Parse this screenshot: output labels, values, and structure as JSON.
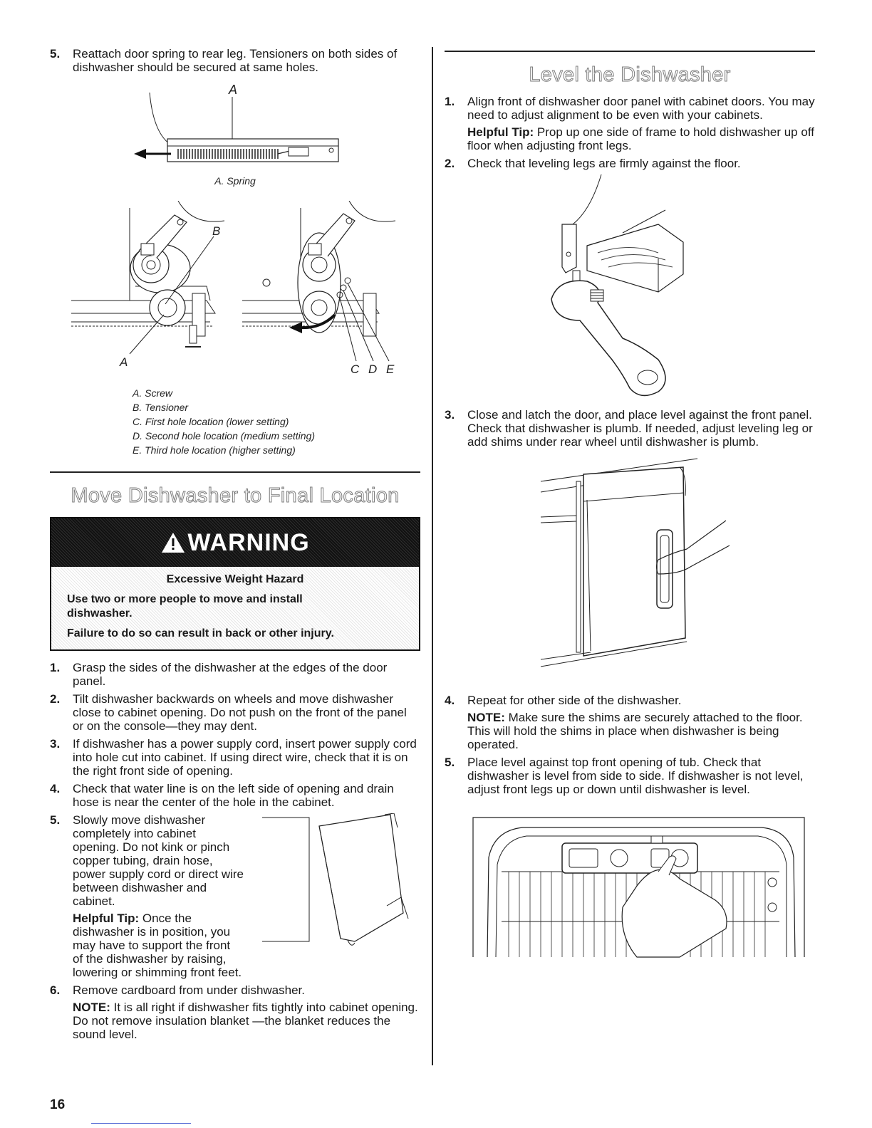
{
  "page_number": "16",
  "left": {
    "step5": {
      "num": "5.",
      "text": "Reattach door spring to rear leg. Tensioners on both sides of dishwasher should be secured at same holes."
    },
    "spring_figure": {
      "label_a": "A",
      "caption": "A. Spring"
    },
    "tensioner_figure": {
      "label_a": "A",
      "label_b": "B",
      "label_c": "C",
      "label_d": "D",
      "label_e": "E",
      "legend": [
        "A. Screw",
        "B. Tensioner",
        "C. First hole location (lower setting)",
        "D. Second hole location (medium setting)",
        "E. Third hole location (higher setting)"
      ]
    },
    "move_section": {
      "title": "Move Dishwasher to Final Location",
      "warning": {
        "heading": "WARNING",
        "hazard": "Excessive Weight Hazard",
        "line1": "Use two or more people to move and install dishwasher.",
        "line2": "Failure to do so can result in back or other injury."
      },
      "steps": [
        {
          "num": "1.",
          "text": "Grasp the sides of the dishwasher at the edges of the door panel."
        },
        {
          "num": "2.",
          "text": "Tilt dishwasher backwards on wheels and move dishwasher close to cabinet opening. Do not push on the front of the panel or on the console—they may dent."
        },
        {
          "num": "3.",
          "text": "If dishwasher has a power supply cord, insert power supply cord into hole cut into cabinet. If using direct wire, check that it is on the right front side of opening."
        },
        {
          "num": "4.",
          "text": "Check that water line is on the left side of opening and drain hose is near the center of the hole in the cabinet."
        },
        {
          "num": "5.",
          "text": "Slowly move dishwasher completely into cabinet opening. Do not kink or pinch copper tubing, drain hose, power supply cord or direct wire between dishwasher and cabinet.",
          "tip_label": "Helpful Tip:",
          "tip": " Once the dishwasher is in position, you may have to support the front of the dishwasher by raising, lowering or shimming front feet."
        },
        {
          "num": "6.",
          "text": "Remove cardboard from under dishwasher.",
          "note_label": "NOTE:",
          "note": " It is all right if dishwasher fits tightly into cabinet opening. Do not remove insulation blanket —the blanket reduces the sound level."
        }
      ]
    }
  },
  "right": {
    "title": "Level the Dishwasher",
    "steps": [
      {
        "num": "1.",
        "text": "Align front of dishwasher door panel with cabinet doors. You may need to adjust alignment to be even with your cabinets.",
        "tip_label": "Helpful Tip:",
        "tip": " Prop up one side of frame to hold dishwasher up off floor when adjusting front legs."
      },
      {
        "num": "2.",
        "text": "Check that leveling legs are firmly against the floor."
      },
      {
        "num": "3.",
        "text": "Close and latch the door, and place level against the front panel. Check that dishwasher is plumb. If needed, adjust leveling leg or add shims under rear wheel until dishwasher is plumb."
      },
      {
        "num": "4.",
        "text": "Repeat for other side of the dishwasher.",
        "note_label": "NOTE:",
        "note": " Make sure the shims are securely attached to the floor. This will hold the shims in place when dishwasher is being operated."
      },
      {
        "num": "5.",
        "text": "Place level against top front opening of tub. Check that dishwasher is level from side to side. If dishwasher is not level, adjust front legs up or down until dishwasher is level."
      }
    ]
  }
}
